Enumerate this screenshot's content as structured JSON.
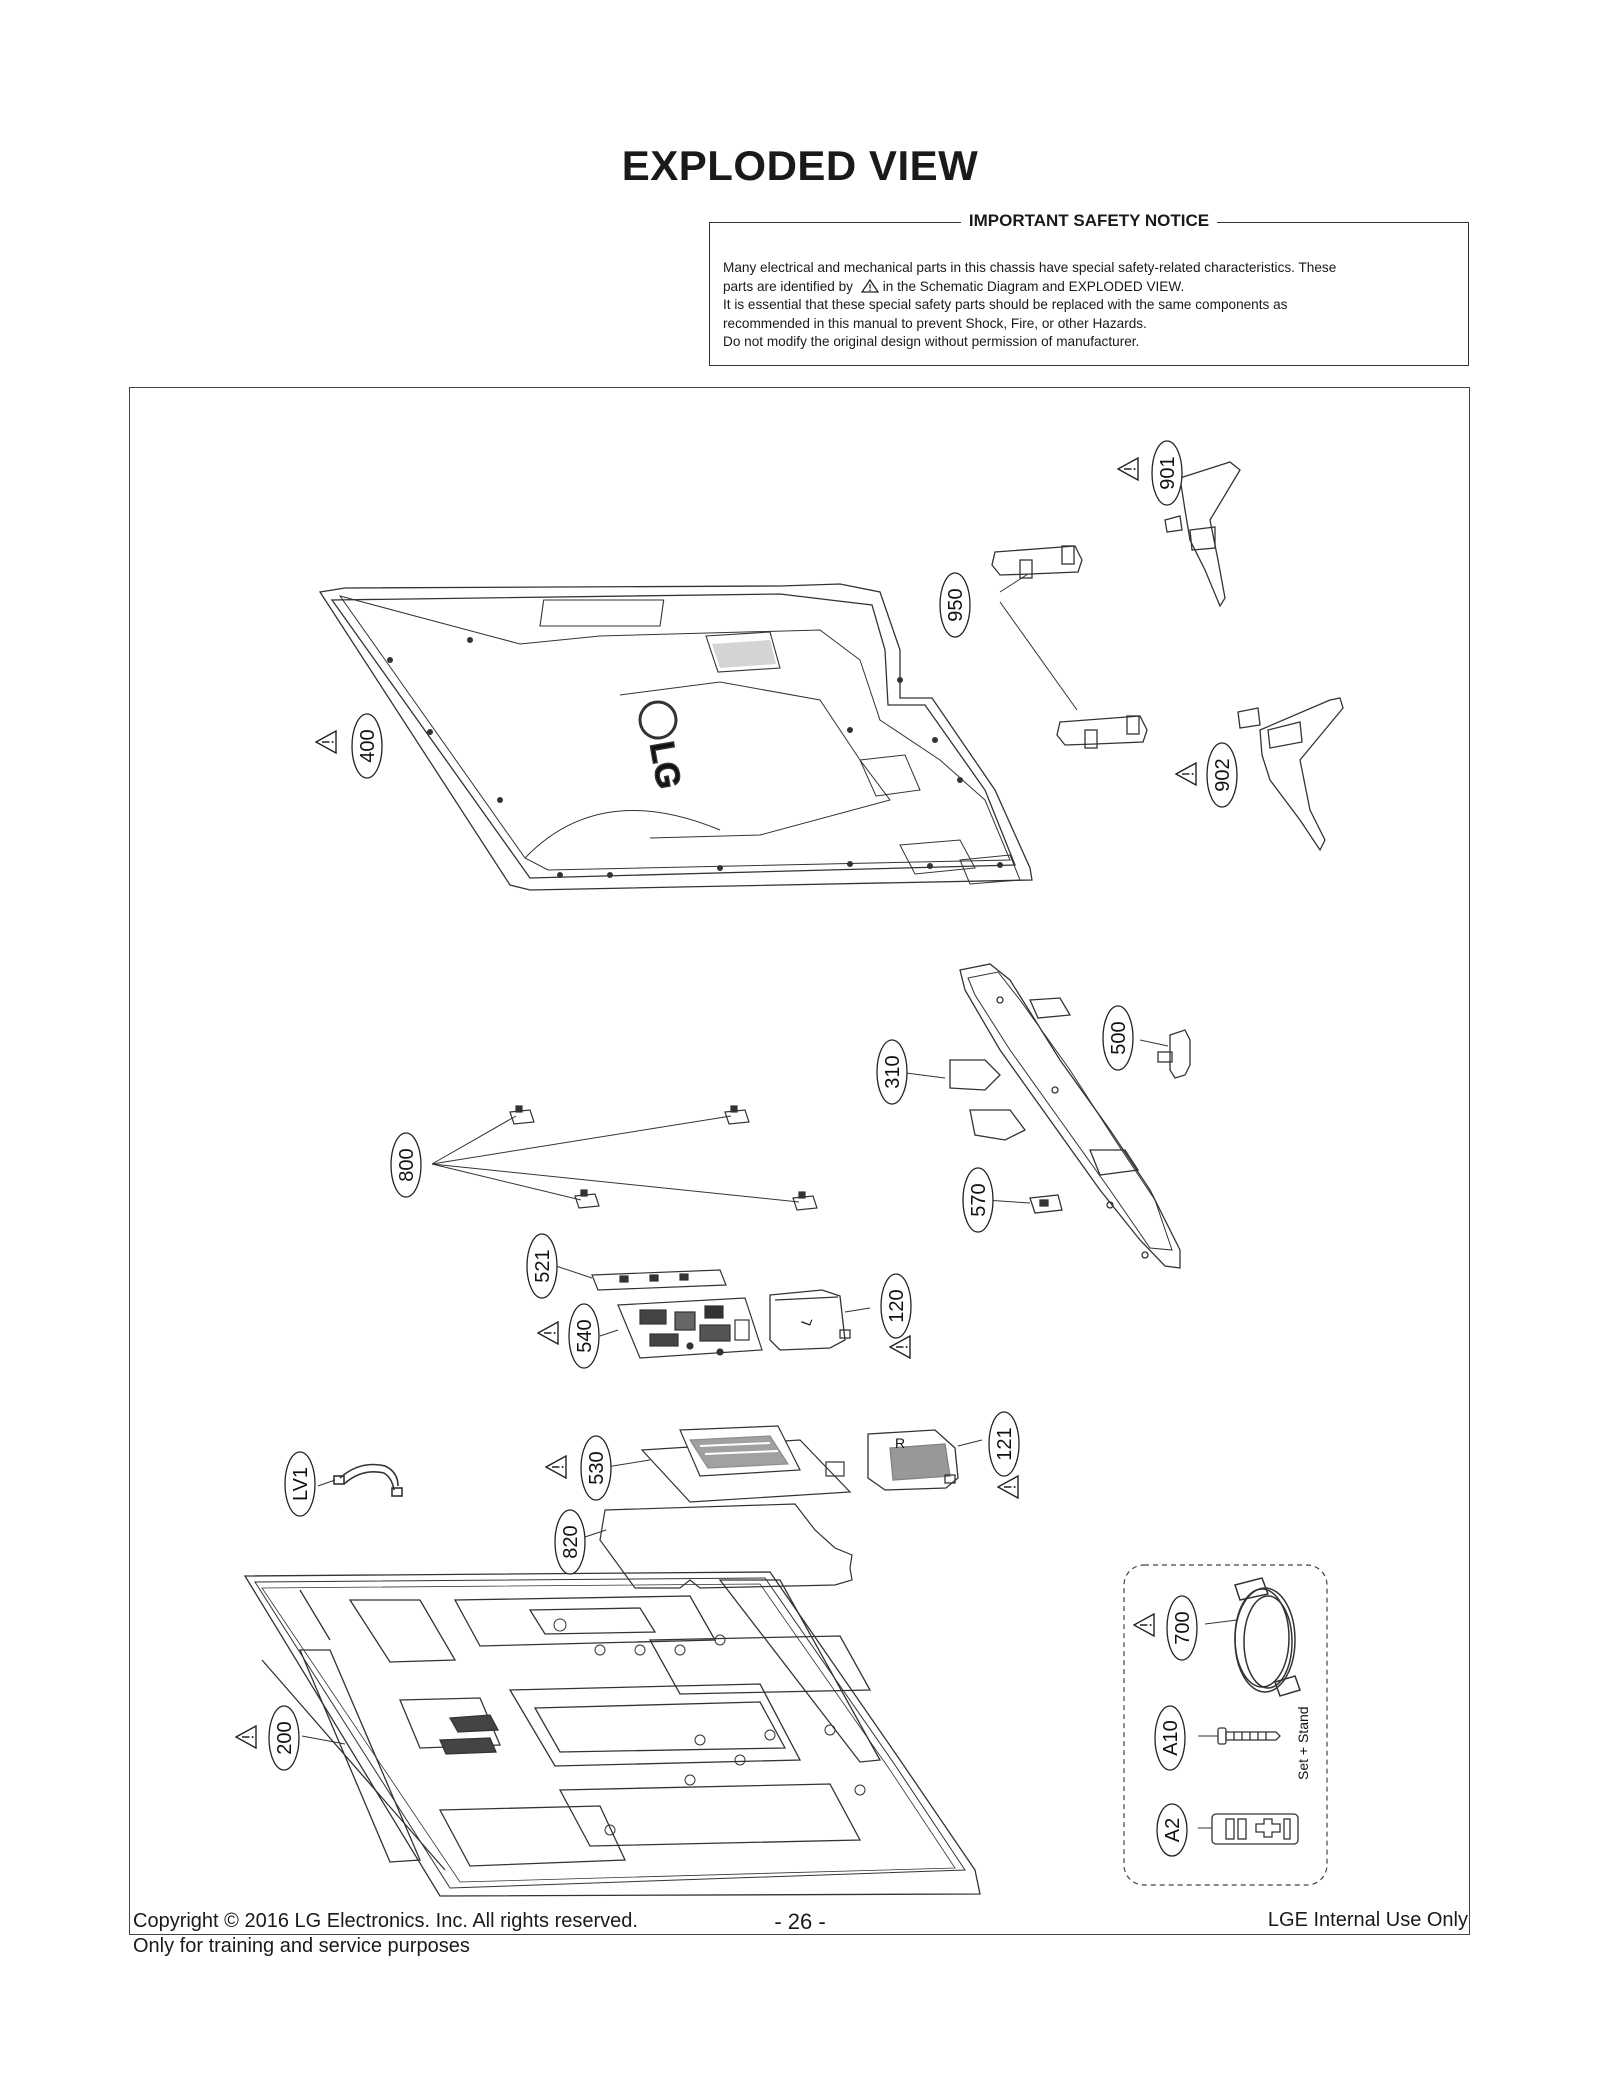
{
  "page": {
    "title": "EXPLODED VIEW",
    "page_number": "- 26 -",
    "footer_copyright": "Copyright  © 2016 LG Electronics. Inc. All rights reserved.",
    "footer_purpose": "Only for training and service purposes",
    "footer_right": "LGE Internal Use Only"
  },
  "notice": {
    "title": "IMPORTANT SAFETY NOTICE",
    "line1": "Many electrical and mechanical parts in this chassis have special safety-related characteristics. These",
    "line2a": "parts are identified by",
    "line2b": "in the Schematic Diagram and EXPLODED VIEW.",
    "line3": "It is essential that these special safety parts should be replaced with the same components as",
    "line4": "recommended in this manual to prevent Shock, Fire, or other Hazards.",
    "line5": "Do not modify the original design without permission of manufacturer."
  },
  "parts": {
    "p901": "901",
    "p950": "950",
    "p902": "902",
    "p400": "400",
    "p500": "500",
    "p310": "310",
    "p800": "800",
    "p570": "570",
    "p521": "521",
    "p120": "120",
    "p540": "540",
    "p121": "121",
    "p530": "530",
    "pLV1": "LV1",
    "p820": "820",
    "p200": "200",
    "p700": "700",
    "pA10": "A10",
    "pA2": "A2"
  },
  "annotations": {
    "set_stand": "Set + Stand",
    "back_cover_logo": "LG"
  }
}
